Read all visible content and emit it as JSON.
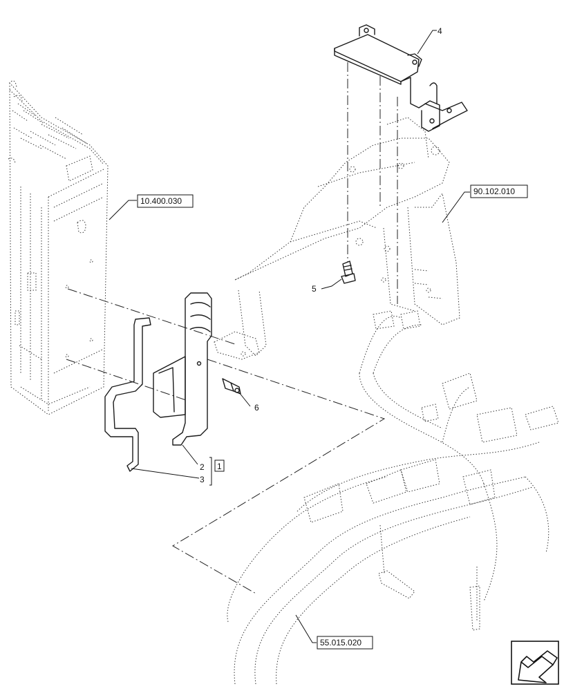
{
  "callouts": {
    "item_4": "4",
    "item_5": "5",
    "item_6": "6",
    "item_2": "2",
    "item_3": "3",
    "bracket_ref": "1"
  },
  "references": {
    "ecu": "10.400.030",
    "frame": "90.102.010",
    "harness": "55.015.020"
  },
  "icons": {
    "corner": "view-direction-arrow-icon"
  }
}
